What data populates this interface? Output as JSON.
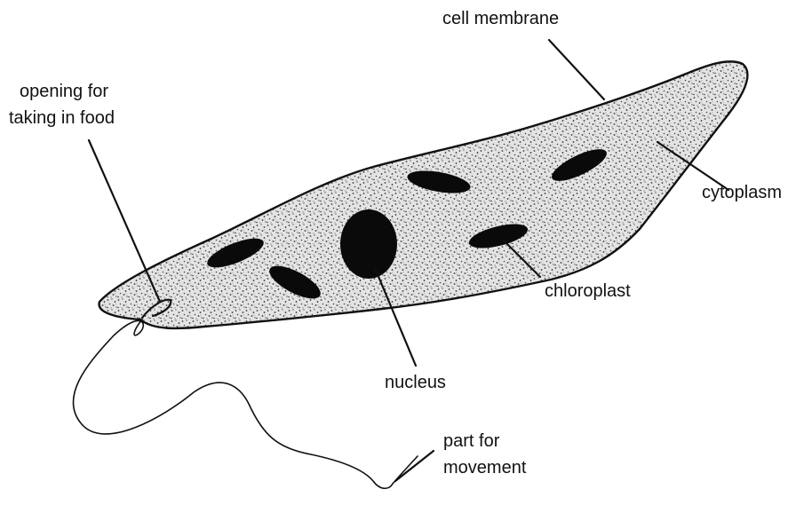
{
  "labels": {
    "cell_membrane": "cell membrane",
    "opening_line1": "opening for",
    "opening_line2": "taking in food",
    "cytoplasm": "cytoplasm",
    "chloroplast": "chloroplast",
    "nucleus": "nucleus",
    "movement_line1": "part for",
    "movement_line2": "movement"
  },
  "colors": {
    "ink": "#111111",
    "background": "#ffffff"
  }
}
